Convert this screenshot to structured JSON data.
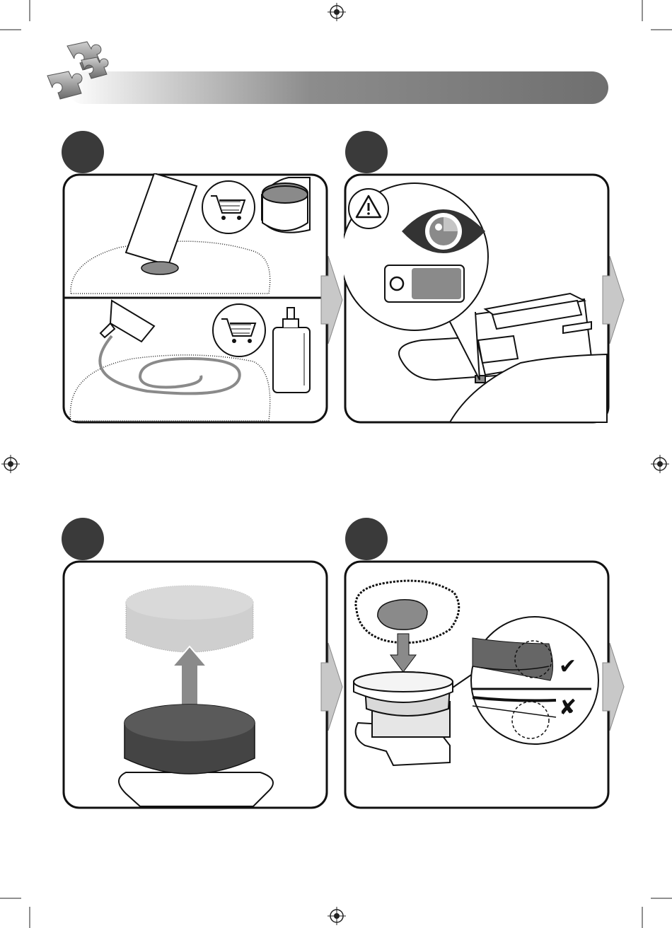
{
  "page": {
    "background": "#ffffff",
    "ink": "#1a1a1a",
    "gray_fill": "#8a8a8a",
    "dark_fill": "#333333",
    "header_icon": "puzzle-pieces-icon",
    "registration_icon": "registration-crosshair-icon"
  },
  "steps": [
    {
      "id": "step-1",
      "content": [
        "polish-applied-to-pad",
        "liquid-polish-spiral-on-pad"
      ],
      "icons": [
        "shopping-cart-icon",
        "polish-jar-icon",
        "polish-bottle-icon"
      ]
    },
    {
      "id": "step-2",
      "content": [
        "inspect-battery-indicator"
      ],
      "icons": [
        "warning-triangle-icon",
        "eye-icon",
        "battery-level-icon"
      ]
    },
    {
      "id": "step-3",
      "content": [
        "remove-pad-upwards"
      ],
      "icons": [
        "arrow-up-icon"
      ]
    },
    {
      "id": "step-4",
      "content": [
        "fit-new-pad-to-backing-plate"
      ],
      "icons": [
        "arrow-down-icon",
        "check-mark-icon",
        "cross-mark-icon"
      ]
    }
  ],
  "marks": {
    "correct": "✔",
    "incorrect": "✘"
  }
}
